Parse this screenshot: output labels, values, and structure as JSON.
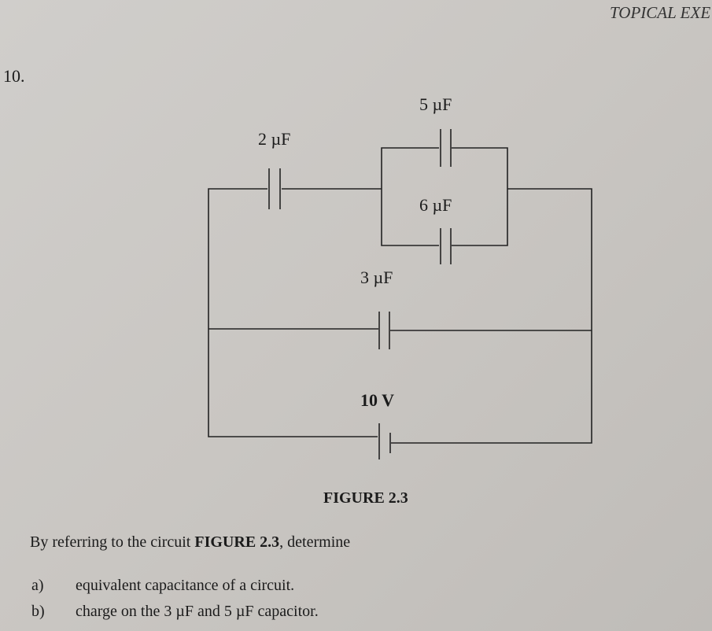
{
  "header": "TOPICAL EXE",
  "question_number": "10.",
  "circuit": {
    "c1": "2 µF",
    "c2": "5 µF",
    "c3": "6 µF",
    "c4": "3 µF",
    "source": "10 V"
  },
  "figure_caption": "FIGURE 2.3",
  "intro": {
    "prefix": "By referring to the circuit ",
    "ref": "FIGURE 2.3",
    "suffix": ", determine"
  },
  "parts": [
    {
      "label": "a)",
      "text": "equivalent capacitance of a circuit."
    },
    {
      "label": "b)",
      "text": "charge on the 3 µF and 5 µF capacitor."
    }
  ]
}
